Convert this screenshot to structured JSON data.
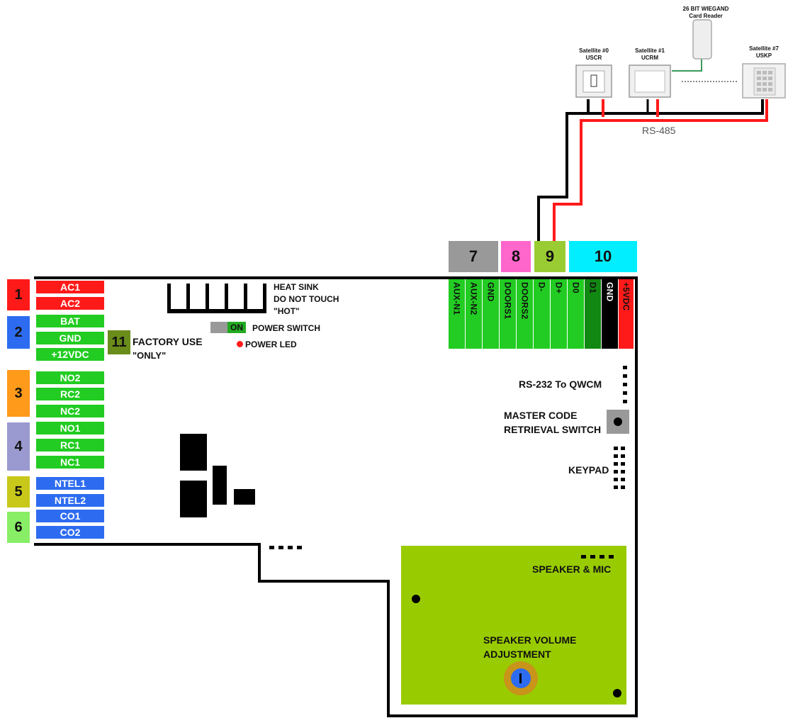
{
  "wiring": {
    "card_reader_line1": "26 BIT WIEGAND",
    "card_reader_line2": "Card Reader",
    "sat0_line1": "Satellite #0",
    "sat0_line2": "USCR",
    "sat1_line1": "Satellite #1",
    "sat1_line2": "UCRM",
    "sat7_line1": "Satellite #7",
    "sat7_line2": "USKP",
    "bus_label": "RS-485"
  },
  "left_groups": [
    "1",
    "2",
    "3",
    "4",
    "5",
    "6"
  ],
  "left_terminals": [
    "AC1",
    "AC2",
    "BAT",
    "GND",
    "+12VDC",
    "NO2",
    "RC2",
    "NC2",
    "NO1",
    "RC1",
    "NC1",
    "NTEL1",
    "NTEL2",
    "CO1",
    "CO2"
  ],
  "factory": {
    "number": "11",
    "line1": "FACTORY USE",
    "line2": "\"ONLY\""
  },
  "heat_sink": {
    "line1": "HEAT SINK",
    "line2": "DO NOT TOUCH",
    "line3": "\"HOT\""
  },
  "power": {
    "switch_state": "ON",
    "switch_label": "POWER SWITCH",
    "led_label": "POWER LED"
  },
  "connector_tabs": [
    "7",
    "8",
    "9",
    "10"
  ],
  "top_terminals": [
    "AUX-N1",
    "AUX-N2",
    "GND",
    "DOORS1",
    "DOORS2",
    "D-",
    "D+",
    "D0",
    "D1",
    "GND",
    "+5VDC"
  ],
  "right_labels": {
    "rs232": "RS-232 To QWCM",
    "master1": "MASTER CODE",
    "master2": "RETRIEVAL SWITCH",
    "keypad": "KEYPAD"
  },
  "speaker": {
    "mic_label": "SPEAKER & MIC",
    "volume1": "SPEAKER VOLUME",
    "volume2": "ADJUSTMENT"
  },
  "colors": {
    "red": "#ff1a1a",
    "blue": "#2d6cf0",
    "green": "#22cc22",
    "orange": "#ff9a1a",
    "lavender": "#9a9ad0",
    "olive": "#c8c81a",
    "lightgreen": "#88ee66",
    "gray": "#999999",
    "pink": "#ff66cc",
    "lime": "#99cc33",
    "cyan": "#00eeff",
    "board_green": "#99cc00"
  }
}
